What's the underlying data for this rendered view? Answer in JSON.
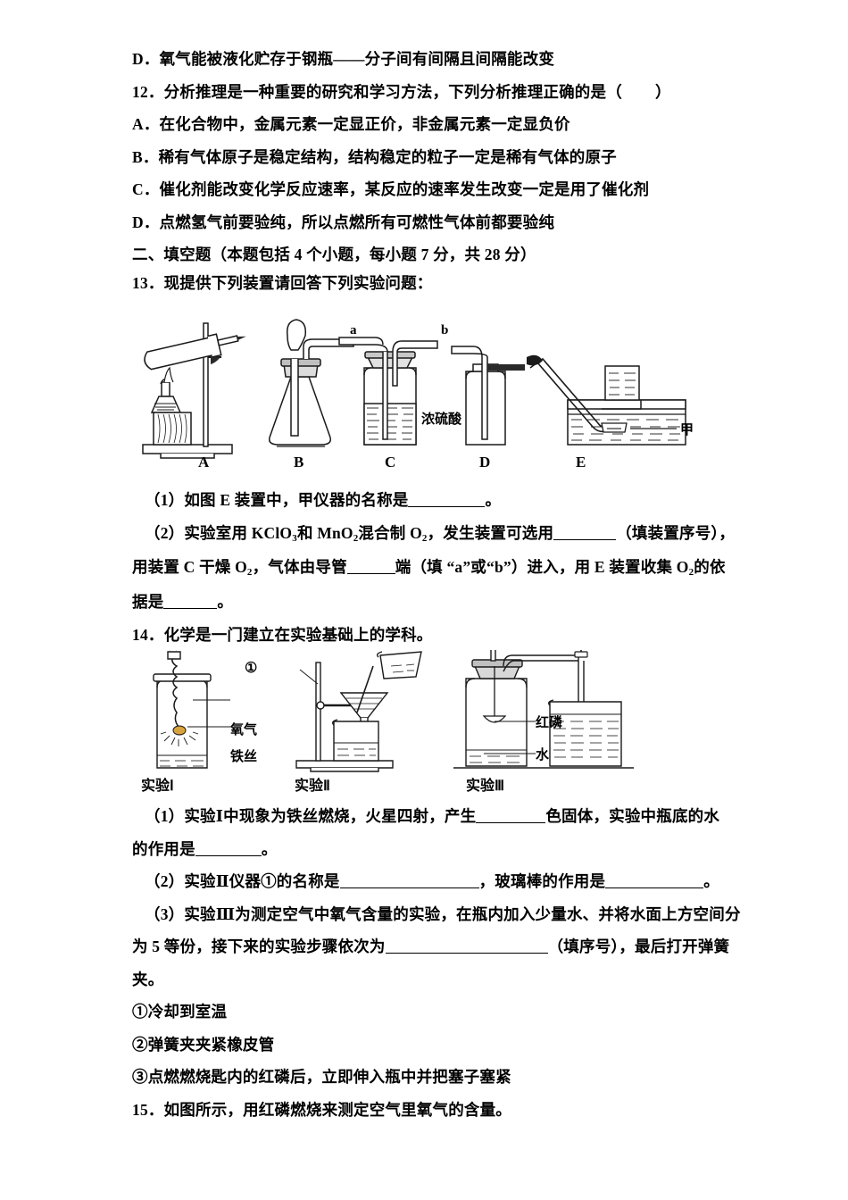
{
  "document": {
    "type": "chemistry-exam-paper",
    "language": "zh-CN"
  },
  "questions": [
    {
      "id": "q11-option-d",
      "text": "D．氧气能被液化贮存于钢瓶——分子间有间隔且间隔能改变"
    },
    {
      "id": "q12",
      "stem": "12．分析推理是一种重要的研究和学习方法，下列分析推理正确的是（",
      "stem_close": "）",
      "options": [
        "A．在化合物中，金属元素一定显正价，非金属元素一定显负价",
        "B．稀有气体原子是稳定结构，结构稳定的粒子一定是稀有气体的原子",
        "C．催化剂能改变化学反应速率，某反应的速率发生改变一定是用了催化剂",
        "D．点燃氢气前要验纯，所以点燃所有可燃性气体前都要验纯"
      ]
    }
  ],
  "section_heading": "二、填空题（本题包括 4 个小题，每小题 7 分，共 28 分）",
  "q13": {
    "stem": "13．现提供下列装置请回答下列实验问题：",
    "figure": {
      "name": "gas-apparatus-set",
      "apparatus_labels": [
        "A",
        "B",
        "C",
        "D",
        "E"
      ],
      "annotations": {
        "tube_a": "a",
        "tube_b": "b",
        "reagent": "浓硫酸",
        "instrument_jia": "甲"
      }
    },
    "sub1_pre": "（1）如图 E 装置中，甲仪器的名称是",
    "sub1_post": "。",
    "sub2_l1_pre": "（2）实验室用 KClO",
    "sub2_l1_sub1": "3",
    "sub2_l1_mid": "和 MnO",
    "sub2_l1_sub2": "2",
    "sub2_l1_mid2": "混合制 O",
    "sub2_l1_sub3": "2",
    "sub2_l1_mid3": "，发生装置可选用",
    "sub2_l1_post": "（填装置序号），",
    "sub2_l2_pre": "用装置 C 干燥 O",
    "sub2_l2_sub1": "2",
    "sub2_l2_mid": "，气体由导管",
    "sub2_l2_mid2": "端（填 “a”或“b”）进入，用 E 装置收集 O",
    "sub2_l2_sub2": "2",
    "sub2_l2_post": "的依",
    "sub2_l3_pre": "据是",
    "sub2_l3_post": "。"
  },
  "q14": {
    "stem": "14．化学是一门建立在实验基础上的学科。",
    "figure": {
      "name": "three-experiments",
      "captions": [
        "实验Ⅰ",
        "实验Ⅱ",
        "实验Ⅲ"
      ],
      "annotations": {
        "exp1_gas": "氧气",
        "exp1_wire": "铁丝",
        "exp2_marker": "①",
        "exp3_phosphorus": "红磷",
        "exp3_water": "水"
      }
    },
    "sub1_l1_pre": "（1）实验Ⅰ中现象为铁丝燃烧，火星四射，产生",
    "sub1_l1_post": "色固体，实验中瓶底的水",
    "sub1_l2_pre": "的作用是",
    "sub1_l2_post": "。",
    "sub2_pre": "（2）实验Ⅱ仪器①的名称是",
    "sub2_mid": "，玻璃棒的作用是",
    "sub2_post": "。",
    "sub3_l1": "（3）实验Ⅲ为测定空气中氧气含量的实验，在瓶内加入少量水、并将水面上方空间分",
    "sub3_l2_pre": "为 5 等份，接下来的实验步骤依次为",
    "sub3_l2_post": "（填序号），最后打开弹簧",
    "sub3_l3": "夹。",
    "steps": [
      "①冷却到室温",
      "②弹簧夹夹紧橡皮管",
      "③点燃燃烧匙内的红磷后，立即伸入瓶中并把塞子塞紧"
    ]
  },
  "q15": {
    "stem": "15．如图所示，用红磷燃烧来测定空气里氧气的含量。"
  }
}
